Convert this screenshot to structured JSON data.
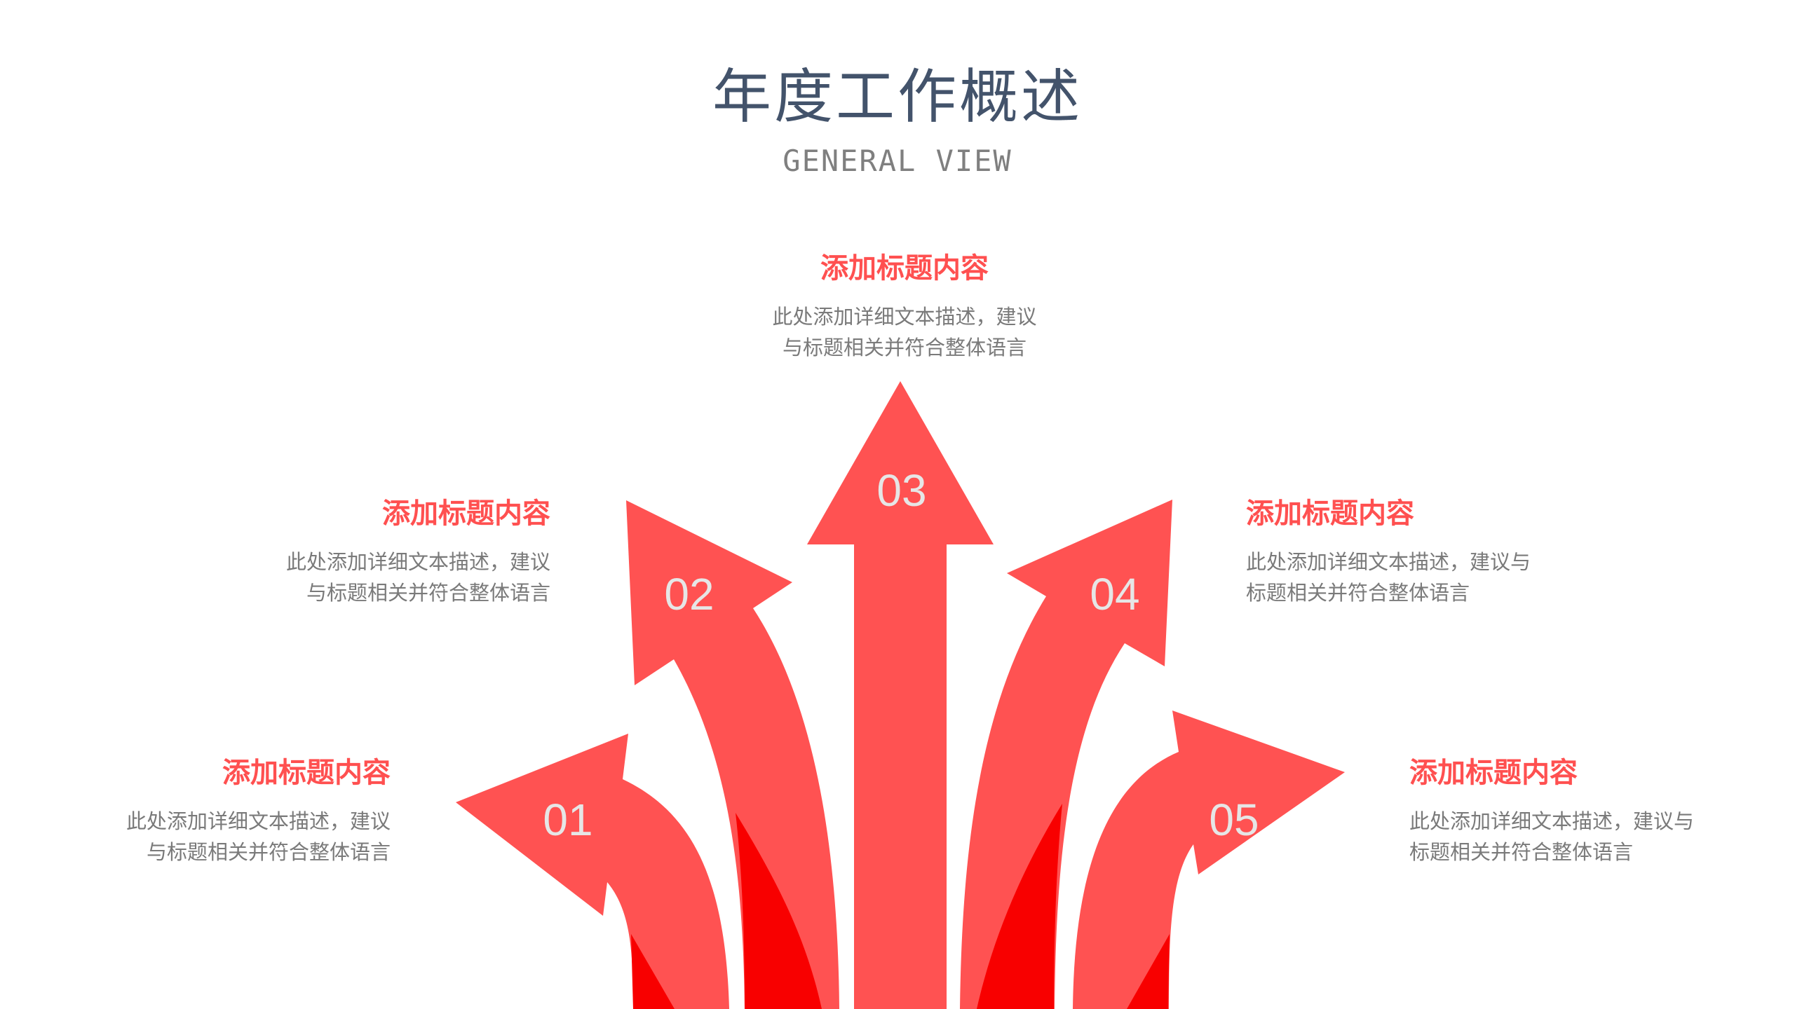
{
  "header": {
    "title": "年度工作概述",
    "subtitle": "GENERAL VIEW"
  },
  "colors": {
    "arrow_light": "#ff5252",
    "arrow_dark": "#f80000",
    "title_color": "#43536b",
    "heading_color": "#ff5050",
    "body_color": "#7a7a7a",
    "number_color": "#e6e6e6"
  },
  "items": [
    {
      "number": "01",
      "title": "添加标题内容",
      "line1": "此处添加详细文本描述，建议",
      "line2": "与标题相关并符合整体语言"
    },
    {
      "number": "02",
      "title": "添加标题内容",
      "line1": "此处添加详细文本描述，建议",
      "line2": "与标题相关并符合整体语言"
    },
    {
      "number": "03",
      "title": "添加标题内容",
      "line1": "此处添加详细文本描述，建议",
      "line2": "与标题相关并符合整体语言"
    },
    {
      "number": "04",
      "title": "添加标题内容",
      "line1": "此处添加详细文本描述，建议与",
      "line2": "标题相关并符合整体语言"
    },
    {
      "number": "05",
      "title": "添加标题内容",
      "line1": "此处添加详细文本描述，建议与",
      "line2": "标题相关并符合整体语言"
    }
  ]
}
